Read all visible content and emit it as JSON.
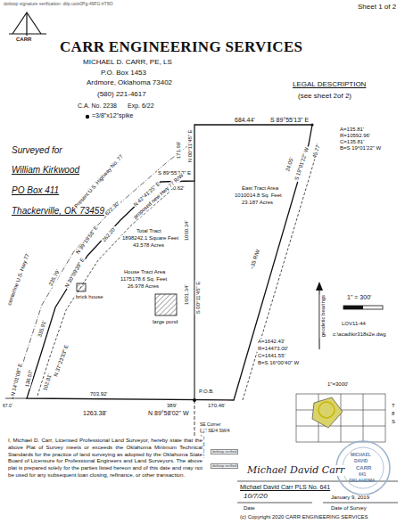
{
  "diagram": {
    "labels": [
      "dotloop signature verification: dtlp.us/e0Pg-49FG-hT8O",
      "Sheet 1 of 2",
      "CARR",
      "CARR ENGINEERING SERVICES",
      "MICHAEL D. CARR, PE, LS",
      "P.O. Box 1453",
      "Ardmore, Oklahoma 73402",
      "(580) 221-4617",
      "C.A. No. 2238",
      "Exp. 6/22",
      "=3/8\"x12\"spike",
      "LEGAL DESCRIPTION",
      "(see sheet 2of 2)",
      "Surveyed for",
      "William Kirkwood",
      "PO Box 411",
      "Thackerville, OK  73459",
      "171.69'",
      "N 00°11'45\" E",
      "684.44'",
      "S 89°55'13\" E",
      "A=135.81'",
      "R=10592.96'",
      "C=135.81'",
      "B=S 19°01'22\" W",
      "S 89°55'13\" E",
      "150.62'",
      "Present U.S. Highway No. 77",
      "N 42°41'25\" E",
      "622.30'",
      "proposed new Hwy 77 R/W",
      "Total Tract",
      "1898242.1 Square Feet",
      "43.578 Acres",
      "24.05'",
      "S 19°01'22\" W",
      "45.77'",
      "East Tract Area",
      "1010014.8 Sq. Feet",
      "23.187 Acres",
      "~35 R/W",
      "1060.34'",
      "1601.34'",
      "S 00°11'45\" E",
      "N 39°19'58\" E",
      "262.20'",
      "235.79'",
      "N 30°09'39\" E",
      "brick house",
      "large pond",
      "House Tract Area",
      "1175178.6 Sq. Feet",
      "26.978 Acres",
      "centerline U.S. Hwy 77",
      "335.91'",
      "N 14°01'08\" E",
      "136.57'",
      "102.81'",
      "N 37°23'33\" E",
      "67.0'",
      "703.92'",
      "389'",
      "1263.38'",
      "N 89°58'02\" W",
      "P.O.B.",
      "170.46'",
      "SE Corner",
      "N/2 SE/4 SW/4",
      "390.00'",
      "N 00°11'45\" E",
      "A=1642.43'",
      "R=14473.00'",
      "C=1641.55'",
      "B=S 16°00'40\" W",
      "geodetic bearings",
      "1\" = 300'",
      "LOV11-44",
      "c:\\acad\\kir318s2e.dwg",
      "1\"=3000'",
      "T",
      "8",
      "S",
      "I, Michael D. Carr, Licensed Professional Land Surveyor, hereby state that the above Plat of Survey meets or exceeds the Oklahoma Minimum Technical Standards for the practice of land surveying as adopted by the Oklahoma State Board of Licensure for Professional Engineers and Land Surveyors. The above plat is prepared solely for the parties listed hereon and of this date and may not be used for any subsequent loan closing, refinance, or other transaction.",
      "dotloop verified",
      "dotloop verified",
      "Michael David Carr",
      "Michael David Carr PLS No. 641",
      "10/7/20",
      "January 9, 2019",
      "Date",
      "Date of Survey",
      "(c)  Copyright 2020 CARR ENGINEERING SERVICES",
      "MICHAEL",
      "DAVID",
      "CARR",
      "641",
      "OKLAHOMA"
    ]
  }
}
